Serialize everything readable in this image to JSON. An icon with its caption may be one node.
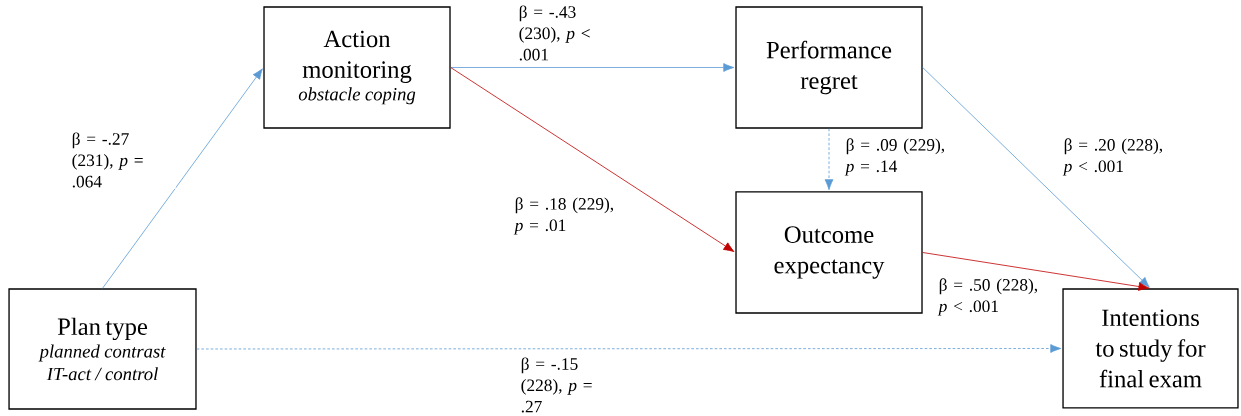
{
  "diagram": {
    "nodes": [
      {
        "text": [
          "Plan type",
          "planned contrast IT-act / control"
        ]
      },
      {
        "text": [
          "Action monitoring",
          "obstacle coping"
        ]
      },
      {
        "text": [
          "Performance regret"
        ]
      },
      {
        "text": [
          "Outcome expectancy"
        ]
      },
      {
        "text": [
          "Intentions to study for final exam"
        ]
      }
    ],
    "edges": [
      {
        "from": 0,
        "to": 1,
        "arrow": "to",
        "label": "β = -.27 (231), *p* = .064"
      },
      {
        "from": 1,
        "to": 2,
        "arrow": "to",
        "label": "β = -.43 (230), *p* < .001"
      },
      {
        "from": 1,
        "to": 3,
        "arrow": "to",
        "label": "β = .18 (229), *p* = .01",
        "color": "#c00000"
      },
      {
        "from": 2,
        "to": 3,
        "arrow": "to",
        "label": "β = .09 (229), *p* = .14",
        "style": "dashed"
      },
      {
        "from": 2,
        "to": 4,
        "arrow": "to",
        "label": "β = .20 (228), *p* < .001"
      },
      {
        "from": 3,
        "to": 4,
        "arrow": "to",
        "label": "β = .50 (228), *p* < .001",
        "color": "#c00000"
      },
      {
        "from": 0,
        "to": 4,
        "arrow": "to",
        "label": "β = -.15 (228), *p* = .27",
        "style": "dashed"
      }
    ]
  }
}
